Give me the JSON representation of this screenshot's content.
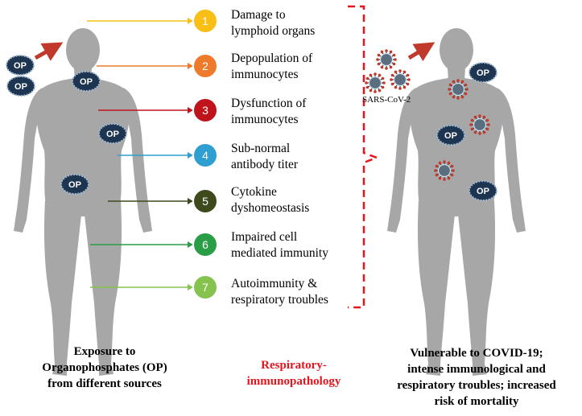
{
  "effects": [
    {
      "num": "1",
      "line1": "Damage to",
      "line2": "lymphoid organs",
      "color": "#f9bf16"
    },
    {
      "num": "2",
      "line1": "Depopulation of",
      "line2": "immunocytes",
      "color": "#ee7a2c"
    },
    {
      "num": "3",
      "line1": "Dysfunction of",
      "line2": "immunocytes",
      "color": "#c0141c"
    },
    {
      "num": "4",
      "line1": "Sub-normal",
      "line2": "antibody titer",
      "color": "#2e9fd0"
    },
    {
      "num": "5",
      "line1": "Cytokine",
      "line2": "dyshomeostasis",
      "color": "#3e4a1c"
    },
    {
      "num": "6",
      "line1": "Impaired cell",
      "line2": "mediated immunity",
      "color": "#2a9e46"
    },
    {
      "num": "7",
      "line1": "Autoimmunity &",
      "line2": "respiratory troubles",
      "color": "#86c34e"
    }
  ],
  "op_label": "OP",
  "virus_label": "SARS-CoV-2",
  "captions": {
    "left": [
      "Exposure to",
      "Organophosphates (OP)",
      "from different sources"
    ],
    "middle": [
      "Respiratory-",
      "immunopathology"
    ],
    "right": [
      "Vulnerable to COVID-19;",
      "intense immunological and",
      "respiratory troubles; increased",
      "risk of mortality"
    ]
  },
  "colors": {
    "body": "#a7a7a7",
    "bracket": "#e8141c",
    "inhale_arrow": "#c0392b",
    "op_fill": "#1d3550",
    "virus": "#5a6e80"
  }
}
